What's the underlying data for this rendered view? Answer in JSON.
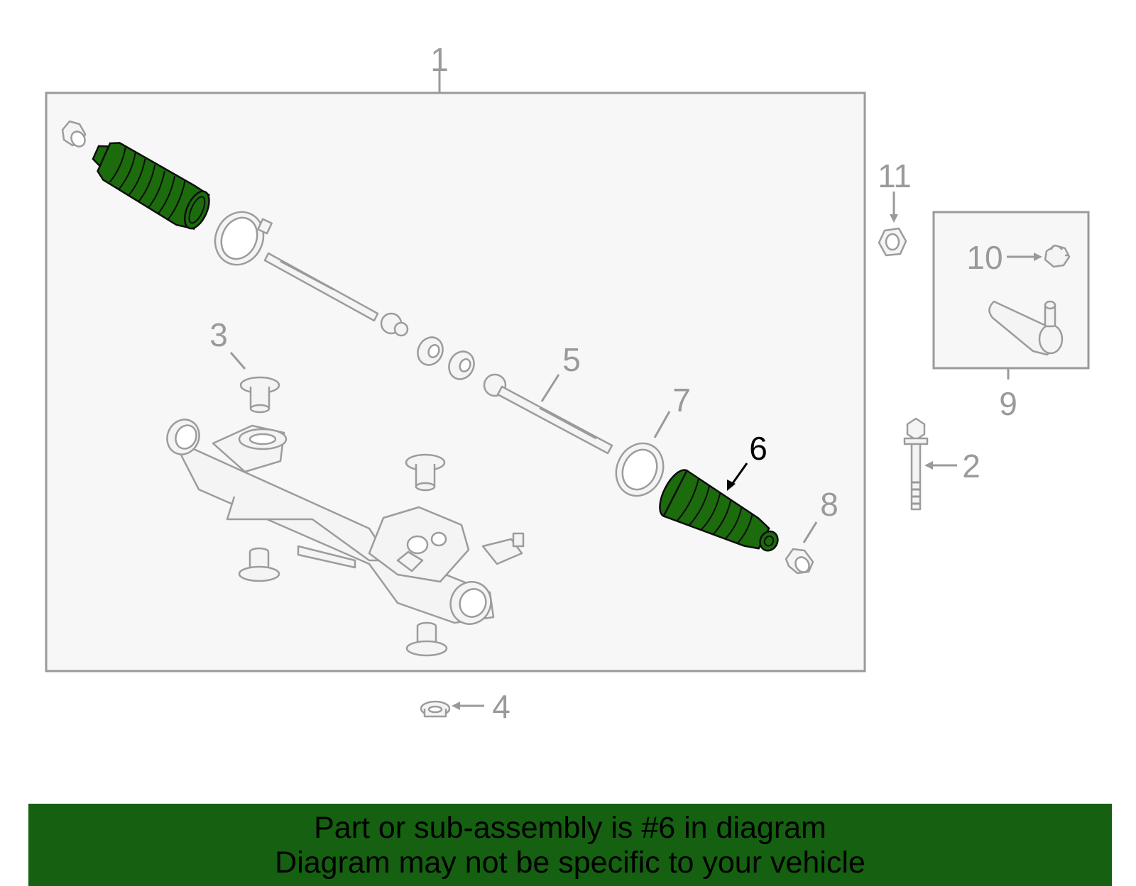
{
  "diagram": {
    "selected_part": "6",
    "callouts": {
      "c1": "1",
      "c2": "2",
      "c3": "3",
      "c4": "4",
      "c5": "5",
      "c6": "6",
      "c7": "7",
      "c8": "8",
      "c9": "9",
      "c10": "10",
      "c11": "11"
    },
    "colors": {
      "highlight": "#1c6b0d",
      "banner": "#156011",
      "line": "#9a9a9a",
      "panel": "#f7f7f7"
    }
  },
  "banner": {
    "line1": "Part or sub-assembly is #6 in diagram",
    "line2": "Diagram may not be specific to your vehicle"
  }
}
